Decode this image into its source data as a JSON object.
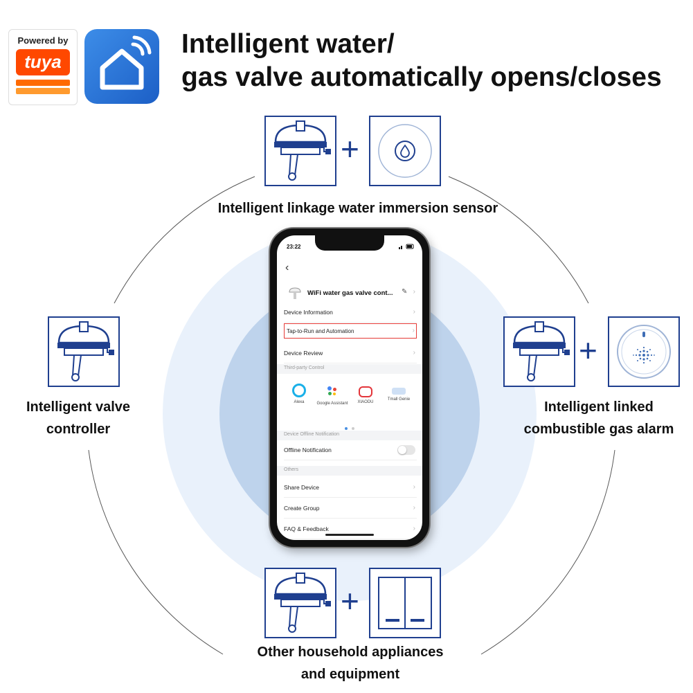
{
  "branding": {
    "powered_by": "Powered by",
    "brand": "tuya"
  },
  "headline": {
    "line1": "Intelligent water/",
    "line2": "gas valve automatically opens/closes"
  },
  "labels": {
    "top": "Intelligent linkage water immersion sensor",
    "left_line1": "Intelligent valve",
    "left_line2": "controller",
    "right_line1": "Intelligent linked",
    "right_line2": "combustible gas alarm",
    "bottom_line1": "Other household appliances",
    "bottom_line2": "and equipment"
  },
  "plus": "+",
  "phone": {
    "time": "23:22",
    "back": "‹",
    "device_name": "WiFi water gas valve cont...",
    "rows": {
      "device_information": "Device Information",
      "tap_to_run": "Tap-to-Run and Automation",
      "device_review": "Device Review",
      "offline_notification": "Offline Notification",
      "share_device": "Share Device",
      "create_group": "Create Group",
      "faq": "FAQ & Feedback"
    },
    "sections": {
      "third_party": "Third-party Control",
      "offline": "Device Offline Notification",
      "others": "Others"
    },
    "third_party": [
      {
        "name": "Alexa",
        "color": "#1ab0e8"
      },
      {
        "name": "Google Assistant",
        "color": "#4285f4"
      },
      {
        "name": "XIAODU",
        "color": "#e3353a"
      },
      {
        "name": "Tmall Genie",
        "color": "#6aa6e8"
      }
    ],
    "chevron": "›",
    "highlight_color": "#e53935"
  },
  "colors": {
    "icon_blue": "#1f3f8f",
    "circle_light": "#e8f0fb",
    "circle_mid": "#b9cfea"
  },
  "icons": [
    "valve-icon",
    "water-sensor-icon",
    "gas-alarm-icon",
    "wall-switch-icon",
    "smart-home-icon",
    "wifi-icon"
  ]
}
